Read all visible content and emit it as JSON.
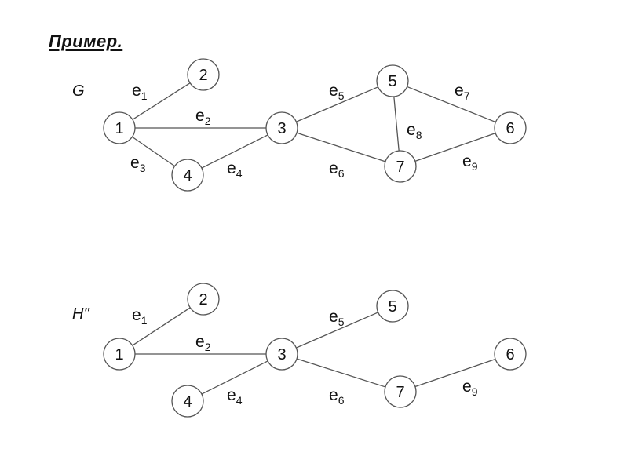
{
  "title": "Пример.",
  "graphs": [
    {
      "name": "G",
      "nodes": [
        "1",
        "2",
        "3",
        "4",
        "5",
        "6",
        "7"
      ],
      "edges": [
        {
          "label": "e",
          "sub": "1",
          "from": "1",
          "to": "2"
        },
        {
          "label": "e",
          "sub": "2",
          "from": "1",
          "to": "3"
        },
        {
          "label": "e",
          "sub": "3",
          "from": "1",
          "to": "4"
        },
        {
          "label": "e",
          "sub": "4",
          "from": "4",
          "to": "3"
        },
        {
          "label": "e",
          "sub": "5",
          "from": "3",
          "to": "5"
        },
        {
          "label": "e",
          "sub": "6",
          "from": "3",
          "to": "7"
        },
        {
          "label": "e",
          "sub": "7",
          "from": "5",
          "to": "6"
        },
        {
          "label": "e",
          "sub": "8",
          "from": "5",
          "to": "7"
        },
        {
          "label": "e",
          "sub": "9",
          "from": "7",
          "to": "6"
        }
      ]
    },
    {
      "name": "H\"",
      "nodes": [
        "1",
        "2",
        "3",
        "4",
        "5",
        "6",
        "7"
      ],
      "edges": [
        {
          "label": "e",
          "sub": "1",
          "from": "1",
          "to": "2"
        },
        {
          "label": "e",
          "sub": "2",
          "from": "1",
          "to": "3"
        },
        {
          "label": "e",
          "sub": "4",
          "from": "4",
          "to": "3"
        },
        {
          "label": "e",
          "sub": "5",
          "from": "3",
          "to": "5"
        },
        {
          "label": "e",
          "sub": "6",
          "from": "3",
          "to": "7"
        },
        {
          "label": "e",
          "sub": "9",
          "from": "7",
          "to": "6"
        }
      ]
    }
  ]
}
